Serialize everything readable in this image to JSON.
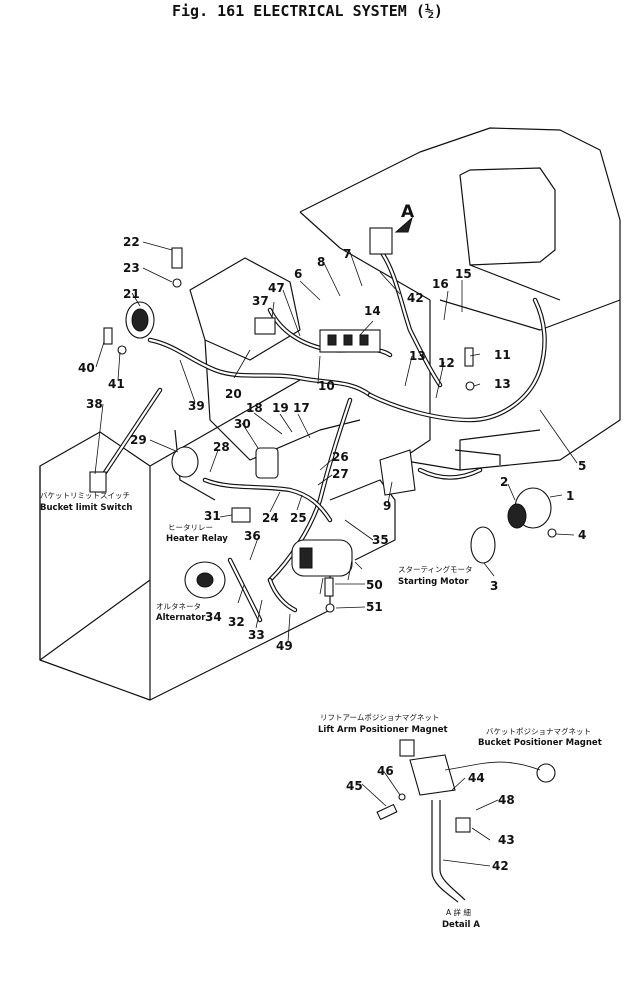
{
  "title": "Fig. 161   ELECTRICAL SYSTEM (½)",
  "callouts": [
    "1",
    "2",
    "3",
    "4",
    "5",
    "6",
    "7",
    "8",
    "9",
    "10",
    "11",
    "12",
    "13",
    "13",
    "14",
    "15",
    "16",
    "17",
    "18",
    "19",
    "20",
    "21",
    "22",
    "23",
    "24",
    "25",
    "26",
    "27",
    "28",
    "29",
    "30",
    "31",
    "32",
    "33",
    "34",
    "35",
    "36",
    "37",
    "38",
    "39",
    "40",
    "41",
    "42",
    "42",
    "43",
    "44",
    "45",
    "46",
    "47",
    "48",
    "49",
    "50",
    "51"
  ],
  "view_marker": "A",
  "labels": {
    "bucket_limit_switch_jp": "バケットリミットスイッチ",
    "bucket_limit_switch": "Bucket limit Switch",
    "heater_relay_jp": "ヒータリレー",
    "heater_relay": "Heater Relay",
    "alternator_jp": "オルタネータ",
    "alternator": "Alternator",
    "starting_motor_jp": "スターティングモータ",
    "starting_motor": "Starting Motor",
    "lift_arm_magnet_jp": "リフトアームポジショナマグネット",
    "lift_arm_magnet": "Lift Arm Positioner Magnet",
    "bucket_magnet_jp": "バケットポジショナマグネット",
    "bucket_magnet": "Bucket Positioner Magnet",
    "detail_a_jp": "A 詳 細",
    "detail_a": "Detail A"
  }
}
